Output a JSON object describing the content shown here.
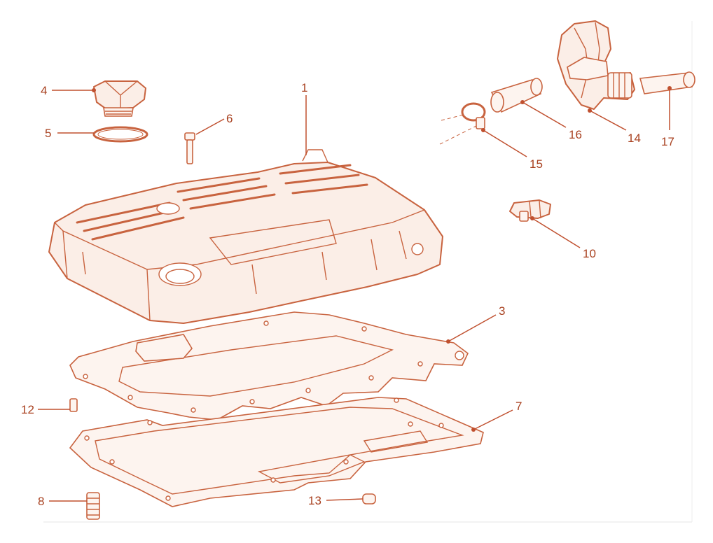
{
  "callouts": [
    {
      "id": "1",
      "label": "1"
    },
    {
      "id": "3",
      "label": "3"
    },
    {
      "id": "4",
      "label": "4"
    },
    {
      "id": "5",
      "label": "5"
    },
    {
      "id": "6",
      "label": "6"
    },
    {
      "id": "7",
      "label": "7"
    },
    {
      "id": "8",
      "label": "8"
    },
    {
      "id": "10",
      "label": "10"
    },
    {
      "id": "12",
      "label": "12"
    },
    {
      "id": "13",
      "label": "13"
    },
    {
      "id": "14",
      "label": "14"
    },
    {
      "id": "15",
      "label": "15"
    },
    {
      "id": "16",
      "label": "16"
    },
    {
      "id": "17",
      "label": "17"
    }
  ],
  "colors": {
    "line": "#c8633f",
    "fill": "#fbeee7",
    "label": "#a8401f"
  }
}
